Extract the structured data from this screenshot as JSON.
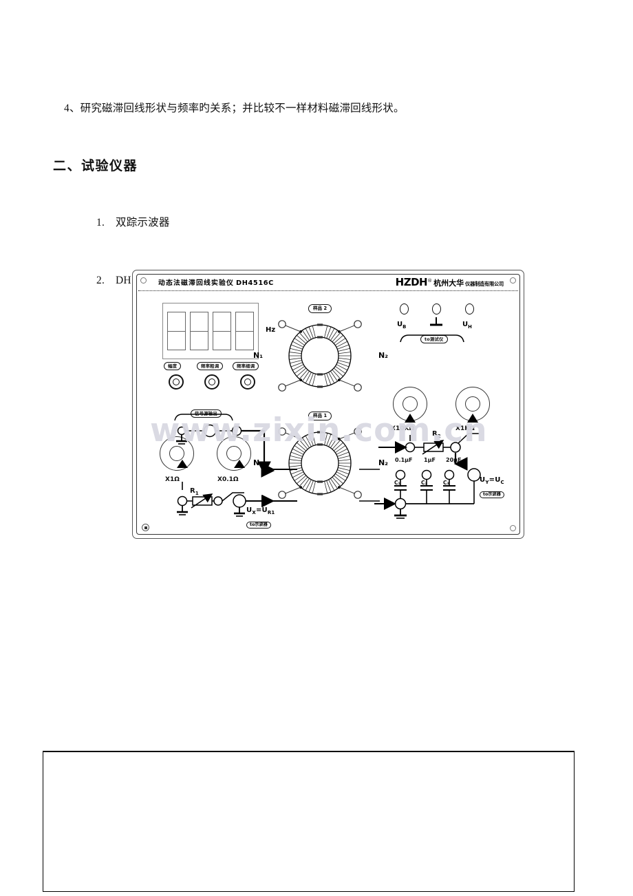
{
  "document": {
    "objective_item": "4、研究磁滞回线形状与频率旳关系；并比较不一样材料磁滞回线形状。",
    "section_heading": "二、试验仪器",
    "instruments": [
      {
        "num": "1.",
        "label": "双踪示波器"
      },
      {
        "num": "2.",
        "label": "DH"
      }
    ]
  },
  "watermark": {
    "text": "www.zixin.com.cn"
  },
  "panel": {
    "title": "动态法磁滞回线实验仪",
    "model": "DH4516C",
    "brand": {
      "mark": "HZDH",
      "registered": "®",
      "company_cn": "杭州大华",
      "company_sub": "仪器制造有限公司"
    },
    "display": {
      "unit": "Hz",
      "digits": [
        "",
        "",
        "",
        ""
      ]
    },
    "knobs": [
      {
        "name": "amplitude",
        "label": "幅度"
      },
      {
        "name": "frequency-coarse",
        "label": "频率粗调"
      },
      {
        "name": "frequency-fine",
        "label": "频率细调"
      }
    ],
    "signal_source": {
      "label": "信号源输出"
    },
    "samples": [
      {
        "id": "sample-2",
        "label": "样品 2",
        "n1": "N₁",
        "n2": "N₂"
      },
      {
        "id": "sample-1",
        "label": "样品 1",
        "n1": "N₁",
        "n2": "N₂"
      }
    ],
    "test_terminals": {
      "ub": "U",
      "ub_sub": "B",
      "uh": "U",
      "uh_sub": "H",
      "ground": "⊥",
      "to_tester": "to测试仪"
    },
    "left_circuit": {
      "range_x1": "X1Ω",
      "range_x01": "X0.1Ω",
      "resistor": "R",
      "resistor_sub": "1",
      "output_expr": "U",
      "output_sub1": "X",
      "output_eq": "=U",
      "output_sub2": "R1",
      "to_scope": "to示波器"
    },
    "right_circuit": {
      "range_x10k": "X10KΩ",
      "range_x1k": "X1KΩ",
      "resistor": "R",
      "resistor_sub": "2",
      "capacitor_values": [
        "0.1μF",
        "1μF",
        "20μF"
      ],
      "capacitor_names": [
        "C₁",
        "C₂",
        "C₃"
      ],
      "output_expr": "U",
      "output_sub1": "Y",
      "output_eq": "=U",
      "output_sub2": "C",
      "to_scope": "to示波器"
    }
  }
}
